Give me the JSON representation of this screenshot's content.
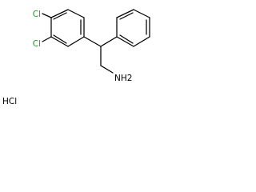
{
  "molecule": {
    "atoms": {
      "cl_top": "Cl",
      "cl_bottom": "Cl",
      "amine": "NH2",
      "salt": "HCl"
    }
  },
  "colors": {
    "bond": "#000000",
    "chlorine": "#1f9a1f",
    "text": "#000000",
    "background": "#ffffff"
  }
}
